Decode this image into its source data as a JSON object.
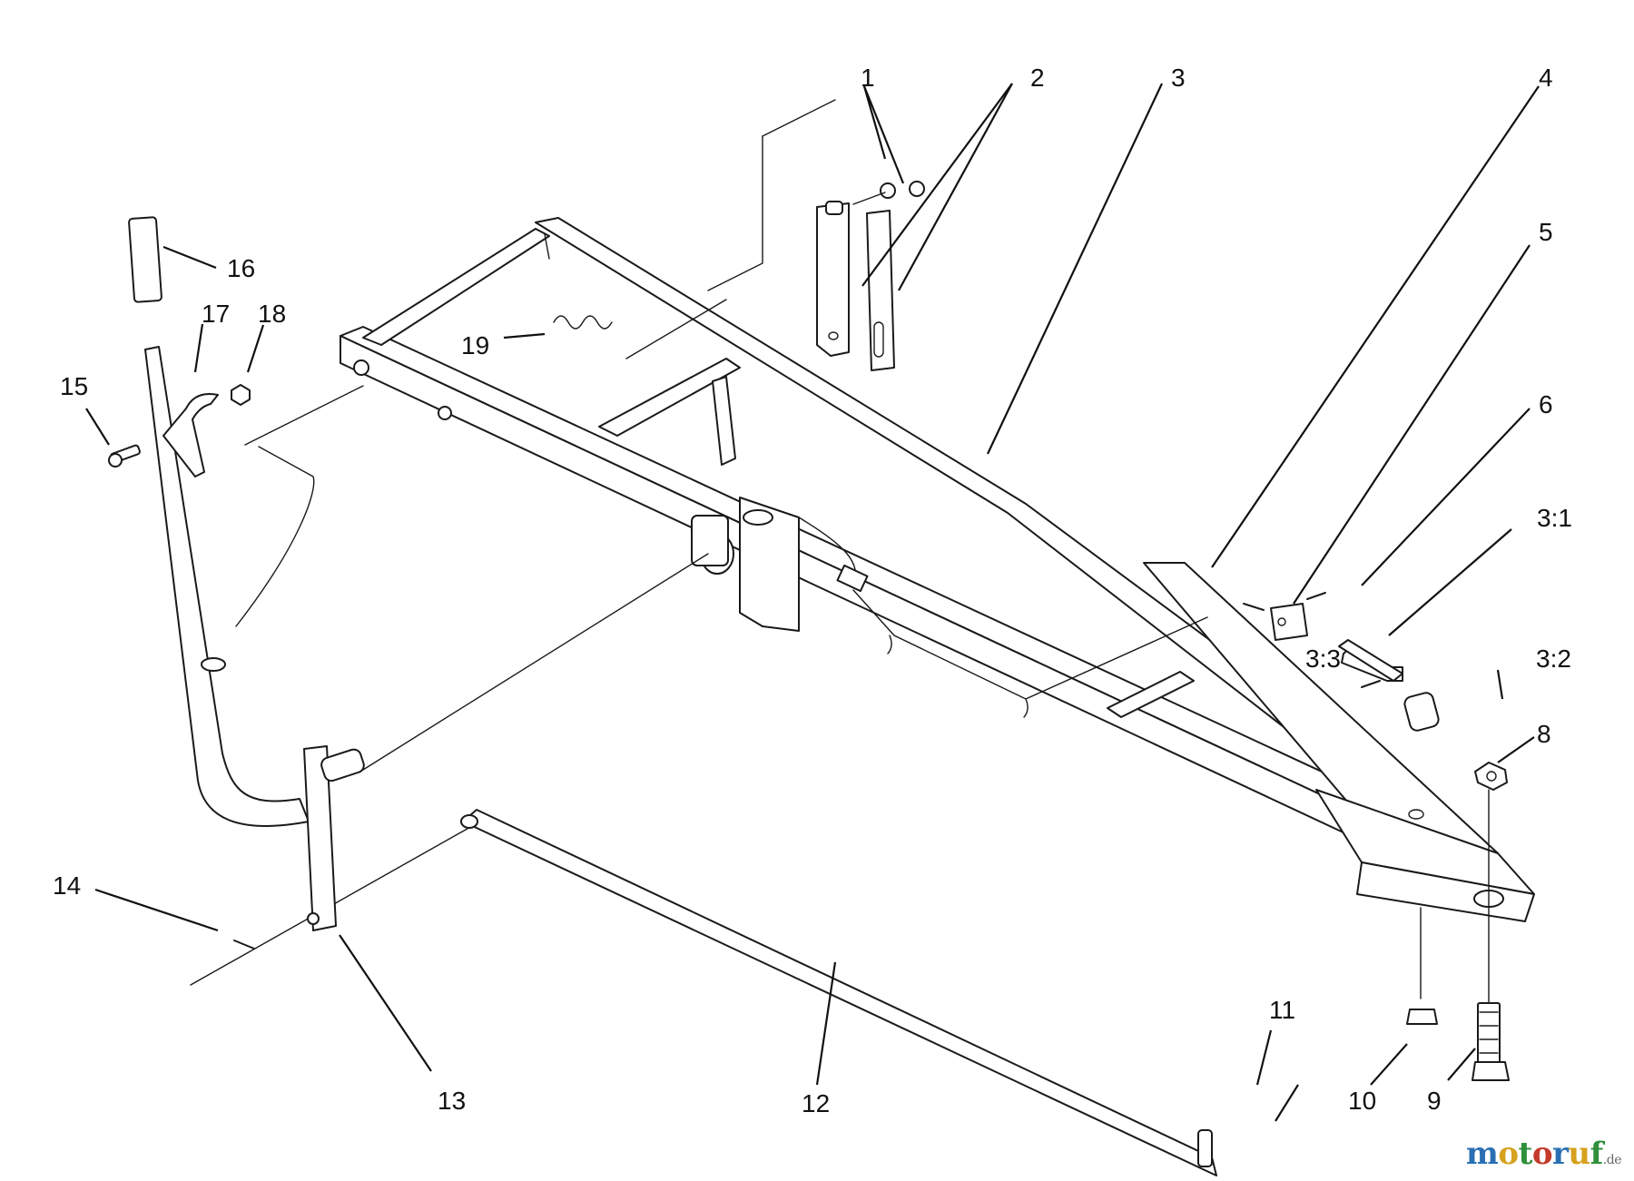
{
  "watermark": {
    "letters": [
      {
        "ch": "m",
        "color": "#2a6fb3"
      },
      {
        "ch": "o",
        "color": "#d6a21e"
      },
      {
        "ch": "t",
        "color": "#2f8f3a"
      },
      {
        "ch": "o",
        "color": "#c43a2b"
      },
      {
        "ch": "r",
        "color": "#2a6fb3"
      },
      {
        "ch": "u",
        "color": "#d6a21e"
      },
      {
        "ch": "f",
        "color": "#2f8f3a"
      }
    ],
    "suffix": ".de"
  },
  "callouts": {
    "c1": "1",
    "c2": "2",
    "c3": "3",
    "c4": "4",
    "c5": "5",
    "c6": "6",
    "c3_1": "3:1",
    "c3_2": "3:2",
    "c3_3": "3:3",
    "c8": "8",
    "c9": "9",
    "c10": "10",
    "c11": "11",
    "c12": "12",
    "c13": "13",
    "c14": "14",
    "c15": "15",
    "c16": "16",
    "c17": "17",
    "c18": "18",
    "c19": "19"
  }
}
